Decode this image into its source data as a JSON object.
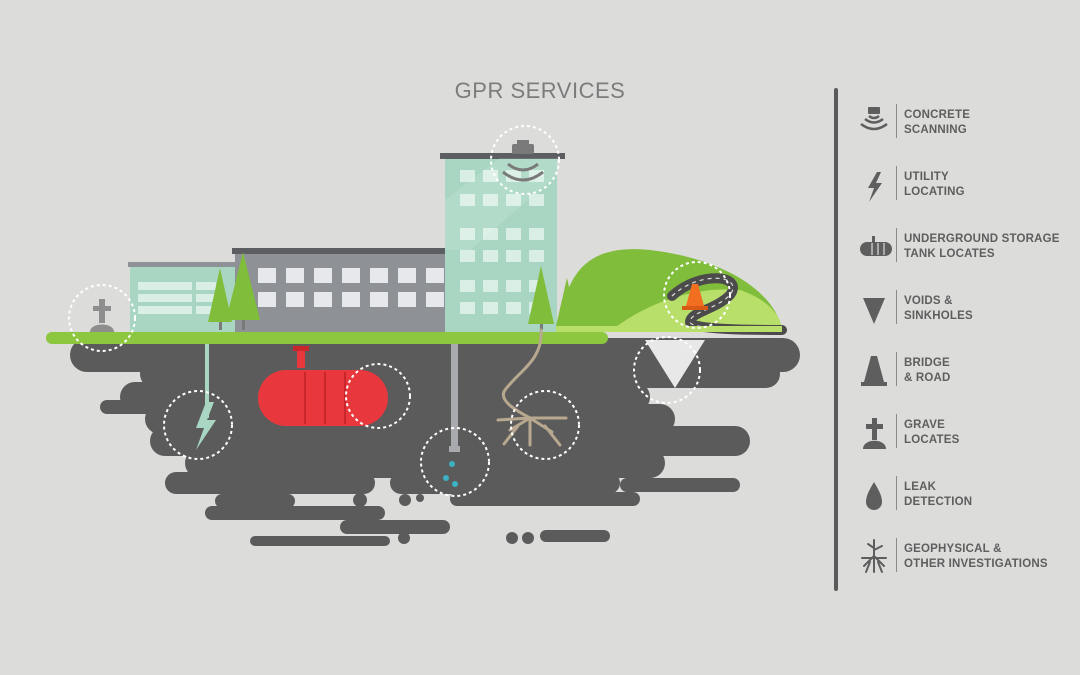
{
  "title": "GPR SERVICES",
  "colors": {
    "background": "#dcdcdb",
    "ground": "#5a5a5a",
    "grass": "#8dc63f",
    "hill": "#7dbb3a",
    "building_green": "#a8d5c0",
    "building_gray": "#8e9196",
    "tank": "#e8383d",
    "water": "#3bb3c3",
    "cone": "#f26f21",
    "legend_text": "#5e5e5e"
  },
  "legend": [
    {
      "line1": "CONCRETE",
      "line2": "SCANNING",
      "icon": "concrete-scanning-icon"
    },
    {
      "line1": "UTILITY",
      "line2": "LOCATING",
      "icon": "lightning-icon"
    },
    {
      "line1": "UNDERGROUND STORAGE",
      "line2": "TANK LOCATES",
      "icon": "tank-icon"
    },
    {
      "line1": "VOIDS &",
      "line2": "SINKHOLES",
      "icon": "sinkhole-icon"
    },
    {
      "line1": "BRIDGE",
      "line2": "& ROAD",
      "icon": "cone-icon"
    },
    {
      "line1": "GRAVE",
      "line2": "LOCATES",
      "icon": "grave-icon"
    },
    {
      "line1": "LEAK",
      "line2": "DETECTION",
      "icon": "drop-icon"
    },
    {
      "line1": "GEOPHYSICAL &",
      "line2": "OTHER INVESTIGATIONS",
      "icon": "roots-icon"
    }
  ]
}
